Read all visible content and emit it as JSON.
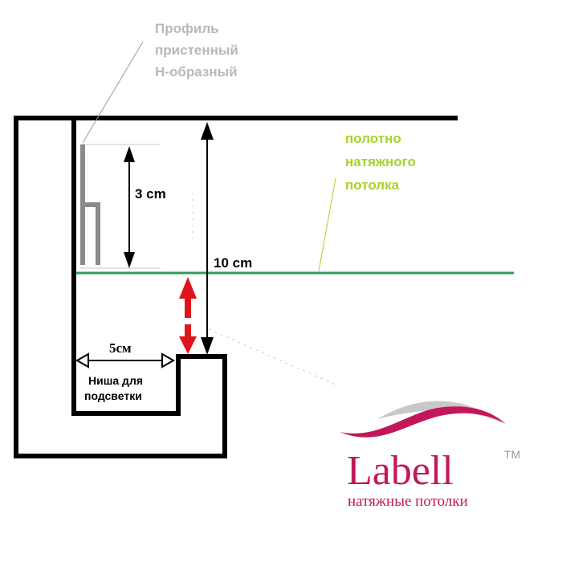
{
  "labels": {
    "profile": [
      "Профиль",
      "пристенный",
      "Н-образный"
    ],
    "canvas_label": [
      "полотно",
      "натяжного",
      "потолка"
    ],
    "dim_3cm": "3 cm",
    "dim_10cm": "10 cm",
    "dim_5cm": "5см",
    "niche": [
      "Ниша для",
      "подсветки"
    ]
  },
  "logo": {
    "brand": "Labell",
    "trademark": "TM",
    "tagline": "натяжные потолки"
  },
  "colors": {
    "wall_line": "#000000",
    "ceiling_canvas": "#2e9b57",
    "profile": "#8a8a8a",
    "profile_label": "#b8b8b8",
    "canvas_label": "#a8d22a",
    "red_arrow": "#e0141b",
    "brand": "#c2185b",
    "brand_swoosh_gray": "#c8c8c8"
  }
}
